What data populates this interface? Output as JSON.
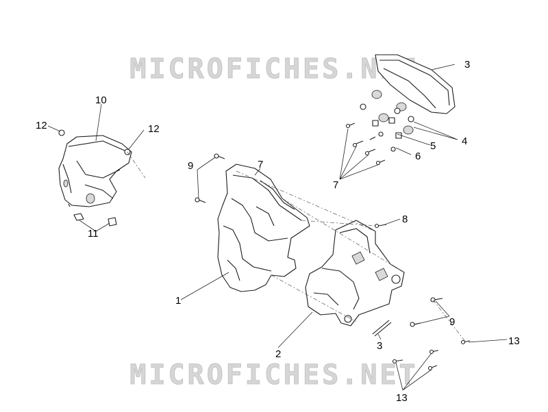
{
  "watermark_top": "MICROFICHES.NET",
  "watermark_bottom": "MICROFICHES.NET",
  "callouts": {
    "c1": "1",
    "c2": "2",
    "c3a": "3",
    "c3b": "3",
    "c4": "4",
    "c5": "5",
    "c6": "6",
    "c7a": "7",
    "c7b": "7",
    "c8": "8",
    "c9a": "9",
    "c9b": "9",
    "c10": "10",
    "c11": "11",
    "c12a": "12",
    "c12b": "12",
    "c13a": "13",
    "c13b": "13"
  }
}
